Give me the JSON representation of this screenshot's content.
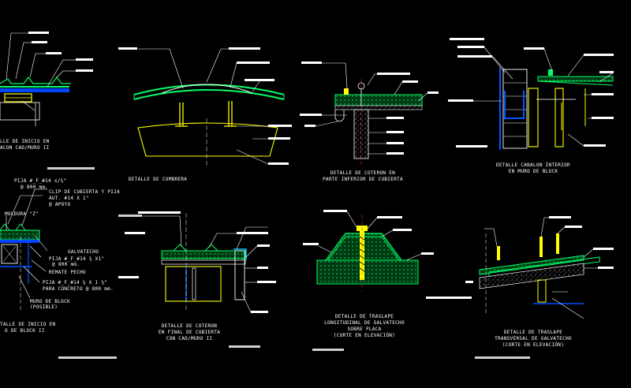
{
  "colors": {
    "background": "#000000",
    "roof_panel": "#00ff66",
    "steel_section": "#ffff00",
    "structure_blue": "#0055ff",
    "leader": "#ffffff",
    "concrete": "#c8c8c8"
  },
  "details": {
    "d1": {
      "line1": "LLE DE INICIO EN",
      "line2": "ACON CAD/MURO II"
    },
    "d2": {
      "line1": "DETALLE DE CUMBRERA"
    },
    "d3": {
      "line1": "DETALLE DE COTERON EN",
      "line2": "PARTE INFERIOR DE CUBIERTA"
    },
    "d4": {
      "line1": "DETALLE CANALON INTERIOR",
      "line2": "EN MURO DE BLOCK"
    },
    "d5": {
      "line1": "TALLE DE INICIO EN",
      "line2": "O DE BLOCK II",
      "n_pijas": "PIJA #_F_#14 x/¾\"",
      "n_pijas_spacing": "@ 800 mm.",
      "n_clip": "CLIP DE CUBIERTA Y PIJA",
      "n_clip_size": "AUT. #14 X 1\"",
      "n_clip_at": "@ APOYO",
      "n_moldura": "MOLDURA \"Z\"",
      "n_galvatecho": "GALVATECHO",
      "n_pija2": "PIJA #_F_#14 ¾ X1\"",
      "n_pija2_spacing": "@ 800 mm.",
      "n_remate": "REMATE PECHO",
      "n_pija3": "PIJA #_F_#14 ¼ X 1 ¼\"",
      "n_concreto": "PARA CONCRETO @ 800 mm.",
      "n_muro": "MURO DE BLOCK",
      "n_muro2": "(POSIBLE)"
    },
    "d6": {
      "line1": "DETALLE DE COTERON",
      "line2": "EN FINAL DE CUBIERTA",
      "line3": "CON CAD/MURO II"
    },
    "d7": {
      "line1": "DETALLE DE TRASLAPE",
      "line2": "LONGITUDINAL DE GALVATECHO",
      "line3": "SOBRE PLACA",
      "line4": "(CORTE EN ELEVACIÓN)"
    },
    "d8": {
      "line1": "DETALLE DE TRASLAPE",
      "line2": "TRANSVERSAL DE GALVATECHO",
      "line3": "(CORTE EN ELEVACIÓN)"
    }
  }
}
